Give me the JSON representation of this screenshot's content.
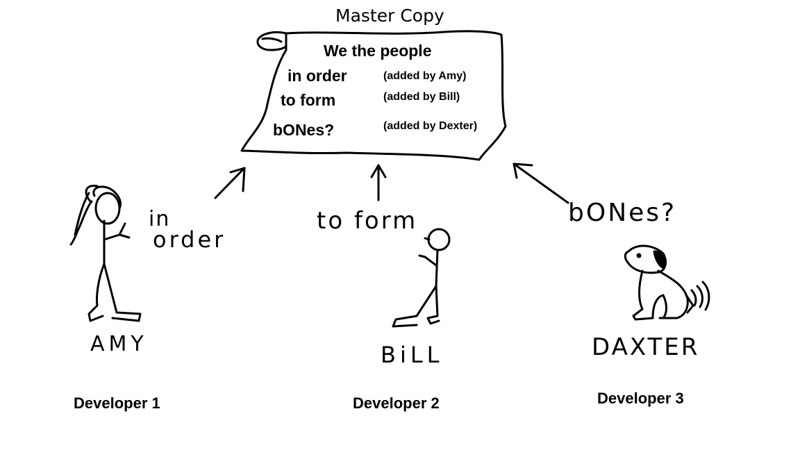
{
  "title": "Master Copy",
  "scroll": {
    "lines": [
      {
        "text": "We the people",
        "note": ""
      },
      {
        "text": "in order",
        "note": "(added by Amy)"
      },
      {
        "text": "to form",
        "note": "(added by Bill)"
      },
      {
        "text": "bONes?",
        "note": "(added by Dexter)"
      }
    ]
  },
  "contributions": {
    "amy_line1": "in",
    "amy_line2": "order",
    "bill": "to form",
    "dexter": "bONes?"
  },
  "developers": [
    {
      "name": "AMY",
      "label": "Developer 1"
    },
    {
      "name": "BiLL",
      "label": "Developer 2"
    },
    {
      "name": "DAXTER",
      "label": "Developer 3"
    }
  ]
}
